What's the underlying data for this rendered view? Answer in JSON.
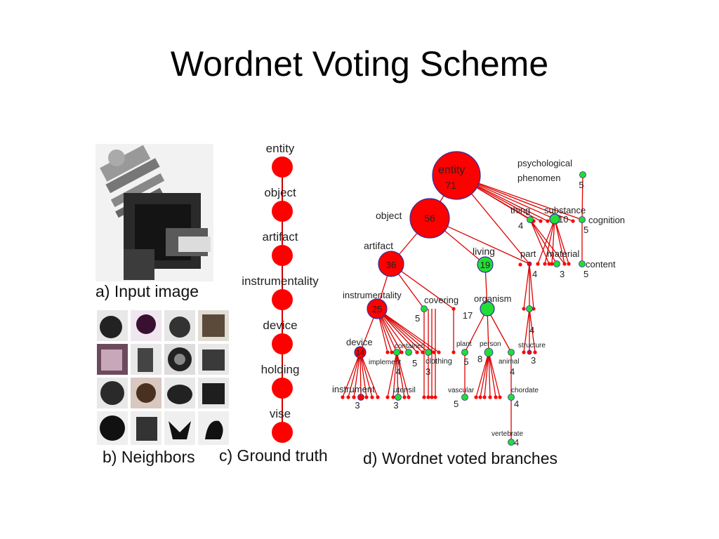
{
  "slide": {
    "title": "Wordnet Voting Scheme"
  },
  "captions": {
    "input": "a) Input image",
    "neighbors": "b) Neighbors",
    "ground_truth": "c) Ground truth",
    "voted": "d) Wordnet voted branches"
  },
  "ground_truth": {
    "nodes": [
      "entity",
      "object",
      "artifact",
      "instrumentality",
      "device",
      "holding",
      "vise"
    ],
    "node_color": "#ff0000"
  },
  "tree": {
    "edge_color": "#dd0000",
    "red_node": "#ff0000",
    "green_node": "#22dd33",
    "entity": {
      "label": "entity",
      "count": "71"
    },
    "object": {
      "label": "object",
      "count": "56"
    },
    "artifact": {
      "label": "artifact",
      "count": "36"
    },
    "living": {
      "label": "living",
      "count": "19"
    },
    "instrumentality": {
      "label": "instrumentality",
      "count": "25"
    },
    "covering": {
      "label": "covering"
    },
    "organism": {
      "label": "organism",
      "count": "17"
    },
    "device": {
      "label": "device",
      "count": "14"
    },
    "container": {
      "label": "container",
      "count": "5"
    },
    "implement": {
      "label": "implement",
      "count": "4"
    },
    "clothing": {
      "label": "clothing",
      "count": "3"
    },
    "instrument": {
      "label": "instrument",
      "count": "3"
    },
    "utensil": {
      "label": "utensil",
      "count": "3"
    },
    "covering_count": "5",
    "plant": {
      "label": "plant",
      "count": "5"
    },
    "person": {
      "label": "person",
      "count": "8"
    },
    "animal": {
      "label": "animal",
      "count": "4"
    },
    "vascular": {
      "label": "vascular",
      "count": "5"
    },
    "chordate": {
      "label": "chordate",
      "count": "4"
    },
    "vertebrate": {
      "label": "vertebrate",
      "count": "4"
    },
    "psych": {
      "label1": "psychological",
      "label2": "phenomen",
      "count": "5"
    },
    "thing": {
      "label": "thing",
      "count": "4"
    },
    "substance": {
      "label": "substance",
      "count": "10"
    },
    "cognition": {
      "label": "cognition",
      "count": "5"
    },
    "part": {
      "label": "part",
      "count": "4"
    },
    "material": {
      "label": "material",
      "count": "3"
    },
    "content": {
      "label": "content",
      "count": "5"
    },
    "structure": {
      "label": "structure",
      "count": "3"
    },
    "part_child_count": "4"
  }
}
